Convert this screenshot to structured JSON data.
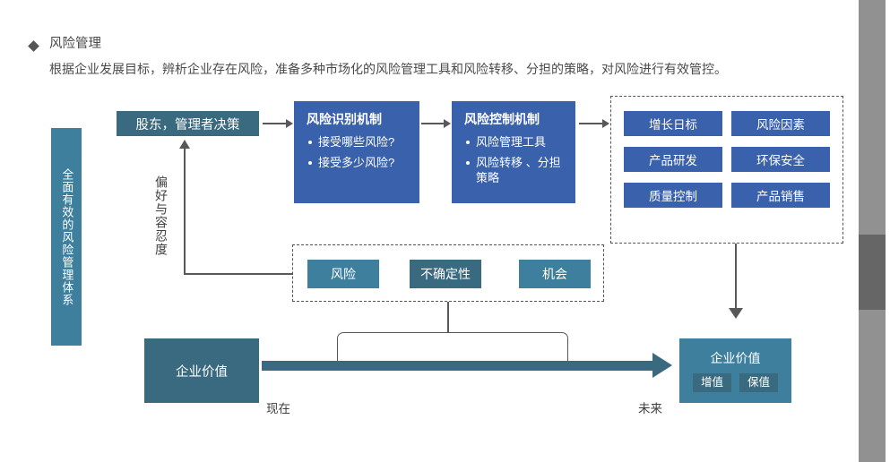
{
  "header": {
    "bullet_icon": "diamond-bullet-icon",
    "title": "风险管理",
    "subtitle": "根据企业发展目标，辨析企业存在风险，准备多种市场化的风险管理工具和风险转移、分担的策略，对风险进行有效管控。"
  },
  "side_banner": {
    "label": "全面有效的风险管理体系"
  },
  "flow": {
    "decision_box": "股东，管理者决策",
    "identification": {
      "title": "风险识别机制",
      "items": [
        "接受哪些风险?",
        "接受多少风险?"
      ]
    },
    "control": {
      "title": "风险控制机制",
      "items": [
        "风险管理工具",
        "风险转移 、分担策略"
      ]
    },
    "feedback_label": "偏好与容忍度"
  },
  "objectives": {
    "cells": [
      "增长日标",
      "风险因素",
      "产品研发",
      "环保安全",
      "质量控制",
      "产品销售"
    ]
  },
  "categories": {
    "items": [
      {
        "label": "风险",
        "tone": "mid"
      },
      {
        "label": "不确定性",
        "tone": "dark"
      },
      {
        "label": "机会",
        "tone": "mid"
      }
    ]
  },
  "timeline": {
    "left_value": "企业价值",
    "now_label": "现在",
    "future_label": "未来",
    "right_value": {
      "title": "企业价值",
      "tags": [
        "增值",
        "保值"
      ]
    }
  },
  "colors": {
    "teal_dark": "#3a6a80",
    "teal_mid": "#3e7f9d",
    "blue": "#3a61ab",
    "line": "#585858",
    "scroll_track": "#919191",
    "scroll_thumb": "#666666"
  }
}
